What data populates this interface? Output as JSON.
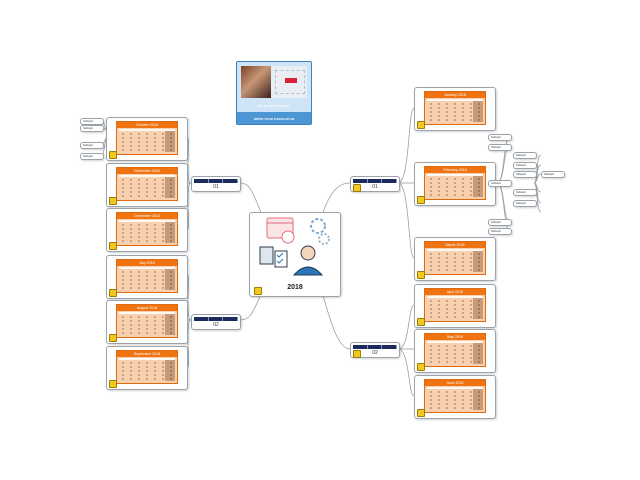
{
  "central": {
    "label": "2018"
  },
  "photo": {
    "line1": "IN THE LIGHT OF DAY",
    "line2": "WRITE YOUR THOUGHTS IN"
  },
  "branches": [
    {
      "number": "01",
      "headers": [
        "",
        "",
        ""
      ]
    },
    {
      "number": "02",
      "headers": [
        "",
        "",
        ""
      ]
    },
    {
      "number": "01",
      "headers": [
        "",
        "",
        ""
      ]
    },
    {
      "number": "02",
      "headers": [
        "",
        "",
        ""
      ]
    }
  ],
  "calendars": [
    {
      "title": "October 2018"
    },
    {
      "title": "November 2018"
    },
    {
      "title": "December 2018"
    },
    {
      "title": "July 2018"
    },
    {
      "title": "August 2018"
    },
    {
      "title": "September 2018"
    },
    {
      "title": "January 2018"
    },
    {
      "title": "February 2018"
    },
    {
      "title": "March 2018"
    },
    {
      "title": "April 2018"
    },
    {
      "title": "May 2018"
    },
    {
      "title": "June 2018"
    }
  ],
  "mini_topics": [
    {
      "label": "Subtopic"
    },
    {
      "label": "Subtopic"
    },
    {
      "label": "Subtopic"
    },
    {
      "label": "Subtopic"
    },
    {
      "label": "Subtopic"
    },
    {
      "label": "Subtopic"
    },
    {
      "label": "Subtopic"
    },
    {
      "label": "Subtopic"
    },
    {
      "label": "Subtopic"
    },
    {
      "label": "Subtopic"
    },
    {
      "label": "Subtopic"
    },
    {
      "label": "Subtopic"
    },
    {
      "label": "Subtopic"
    },
    {
      "label": "Subtopic"
    },
    {
      "label": "Subtopic"
    }
  ],
  "colors": {
    "calendar_header": "#ef7411",
    "calendar_fill": "#f9d0ad",
    "branch_bar": "#1c2a5e",
    "photo_strip": "#4d96d4",
    "note": "#f2c81e"
  }
}
